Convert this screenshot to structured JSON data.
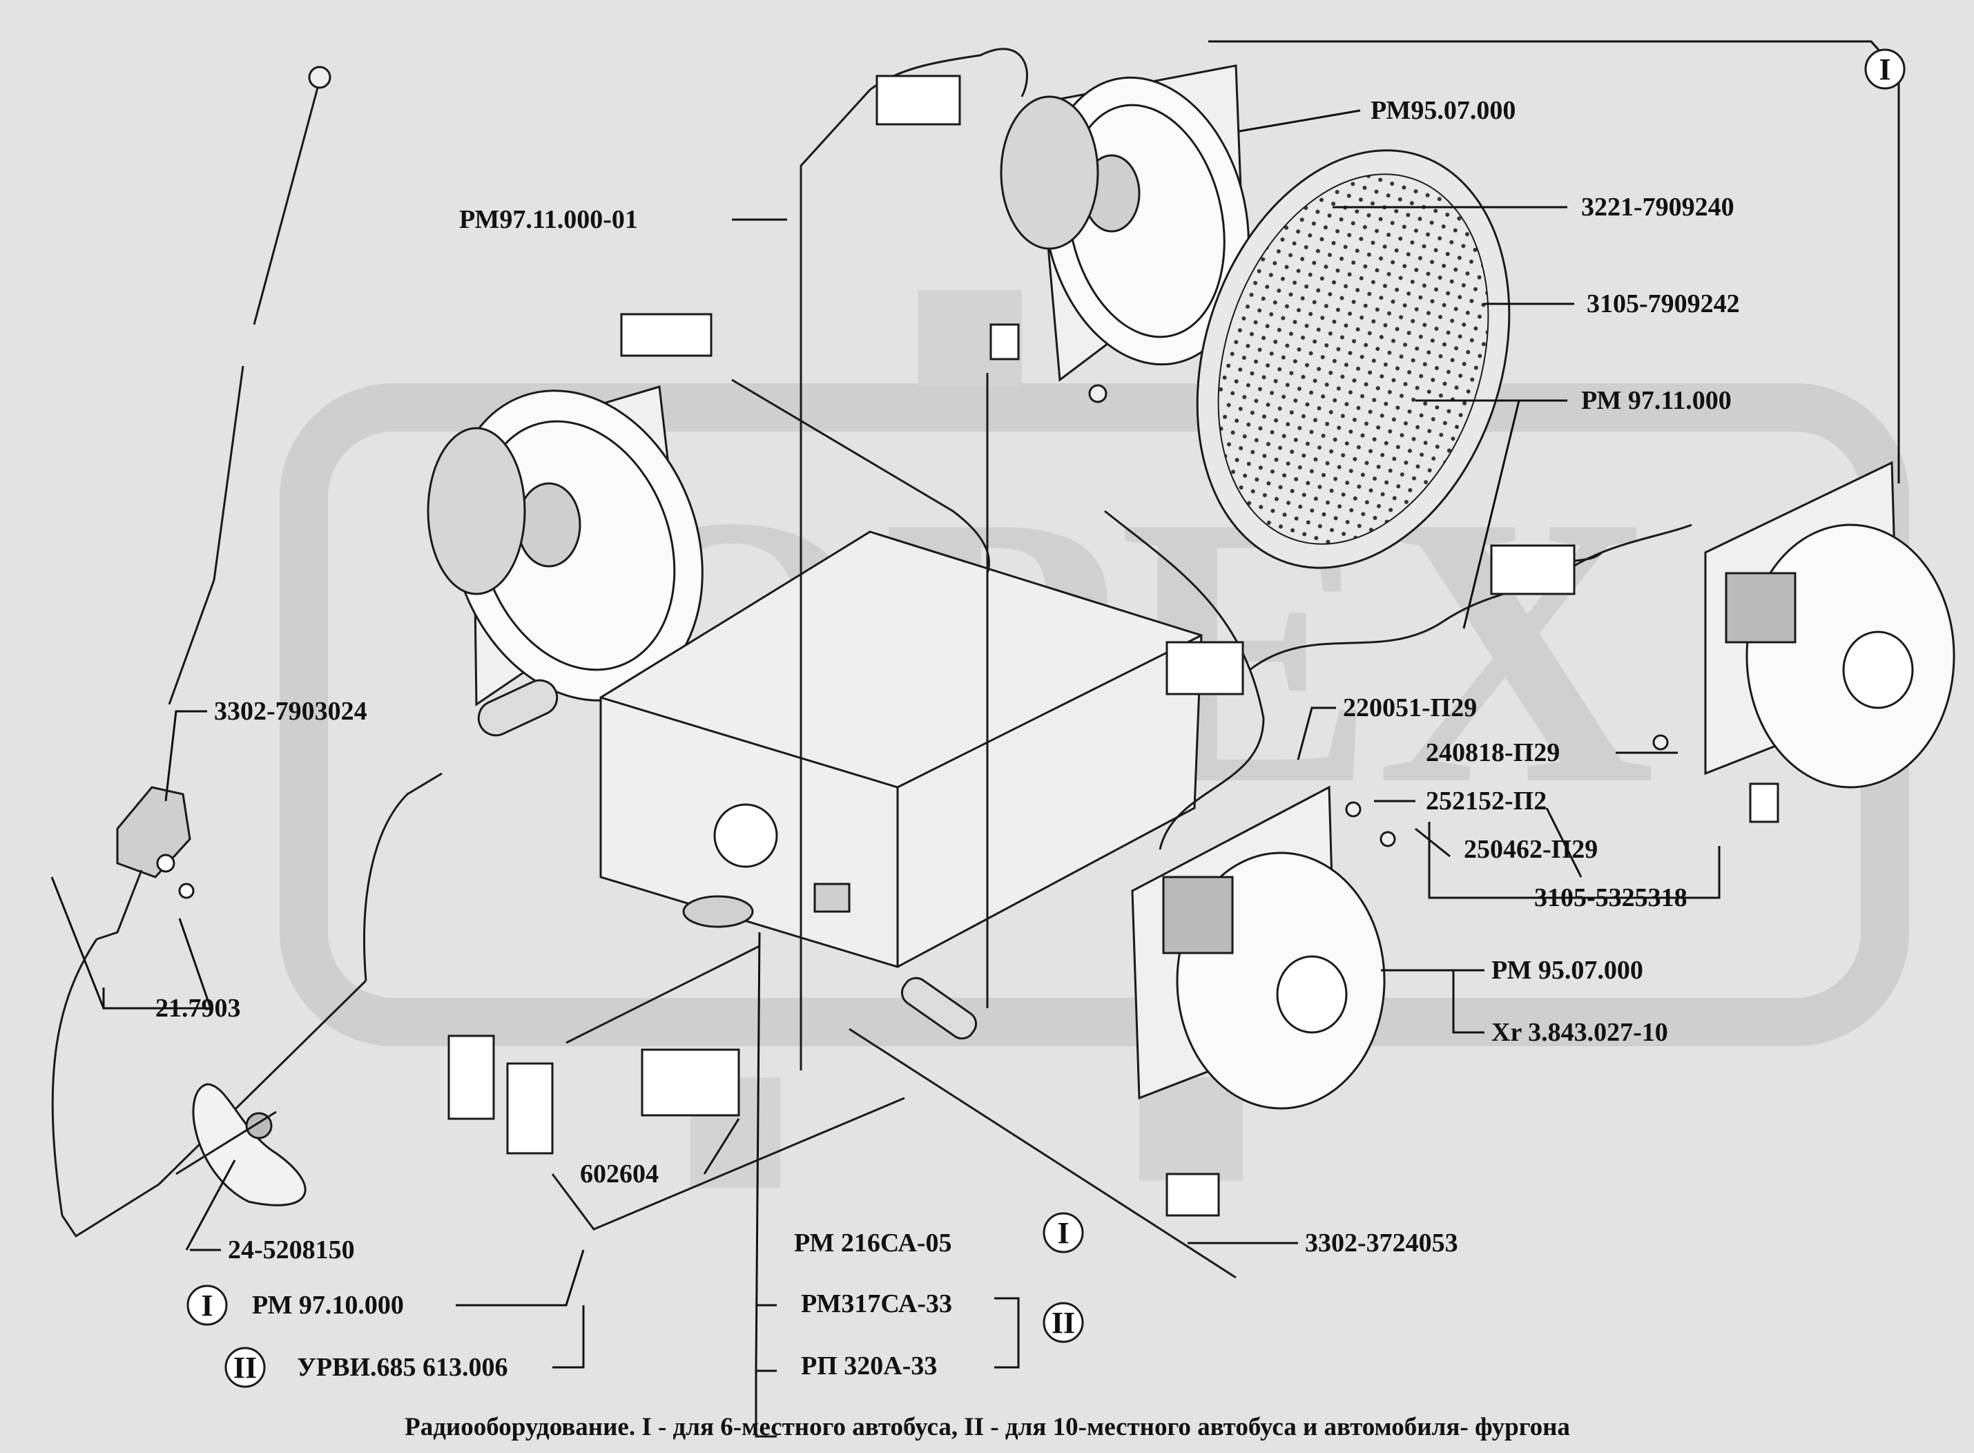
{
  "watermark": {
    "text": "ОРЕХ",
    "color": "#cfcfcf"
  },
  "labels": {
    "pm95_07_000_top": "РМ95.07.000",
    "grille_3221": "3221-7909240",
    "grille_3105": "3105-7909242",
    "cable_pm97_11_000_01": "РМ97.11.000-01",
    "cable_pm97_11_000": "РМ 97.11.000",
    "antenna_3302_7903024": "3302-7903024",
    "screw_220051": "220051-П29",
    "screw_240818": "240818-П29",
    "washer_252152": "252152-П2",
    "nut_250462": "250462-П29",
    "bracket_3105_5325318": "3105-5325318",
    "speaker_pm95_07_000_bottom": "РМ 95.07.000",
    "speaker_xr": "Xr 3.843.027-10",
    "antenna_21_7903": "21.7903",
    "connector_602604": "602604",
    "grommet_24_5208150": "24-5208150",
    "radio_pm216": "РМ 216СА-05",
    "radio_pm317": "РМ317СА-33",
    "radio_rp320": "РП 320А-33",
    "cable_3302_3724053": "3302-3724053",
    "harness_pm97_10_000": "РМ 97.10.000",
    "harness_urvi": "УРВИ.685 613.006"
  },
  "roman": {
    "one": "I",
    "two": "II"
  },
  "caption": "Радиооборудование. I - для  6-местного автобуса, II - для 10-местного автобуса и  автомобиля- фургона"
}
